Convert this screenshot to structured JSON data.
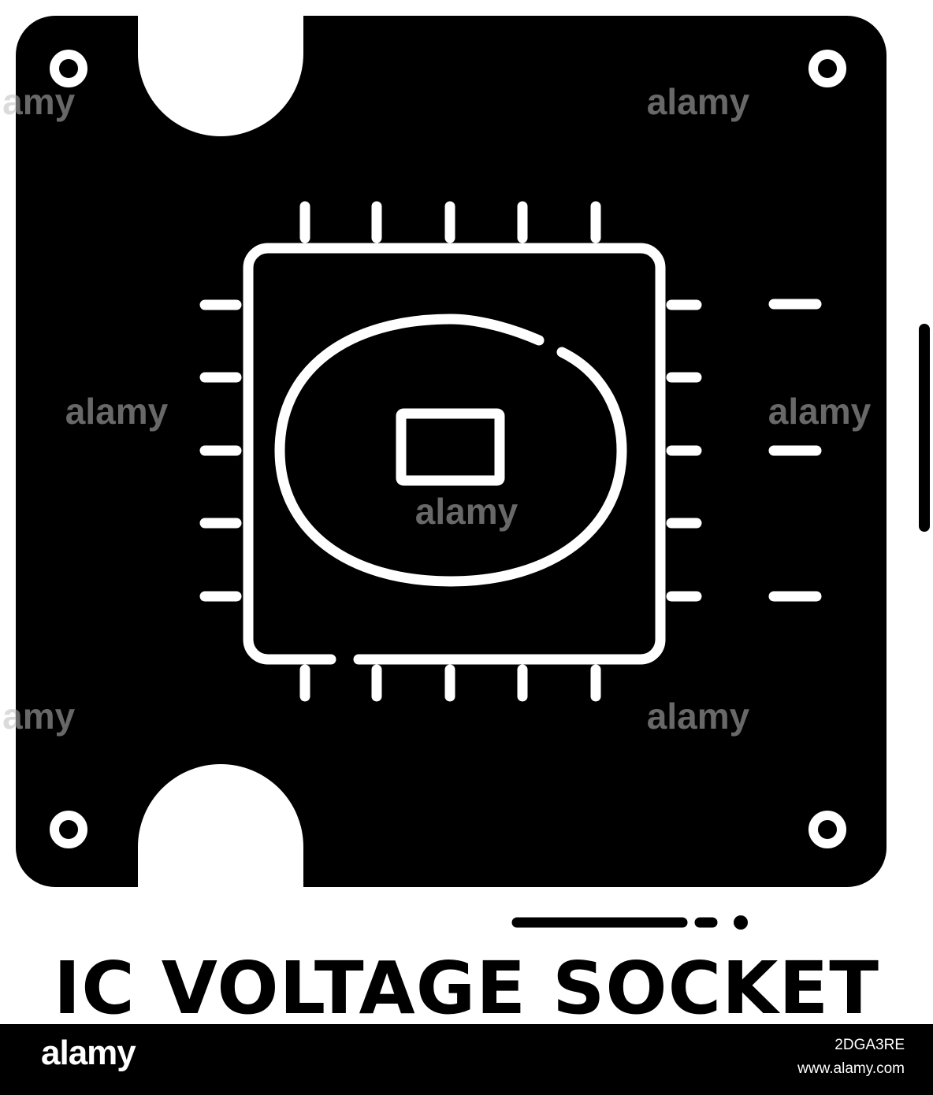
{
  "title": "IC VOLTAGE SOCKET",
  "watermark": "alamy",
  "footer": {
    "logo": "alamy",
    "image_id": "2DGA3RE",
    "url": "www.alamy.com"
  },
  "colors": {
    "icon": "#000000",
    "background": "#ffffff",
    "footer": "#000000"
  },
  "icon_name": "ic-voltage-socket-icon"
}
